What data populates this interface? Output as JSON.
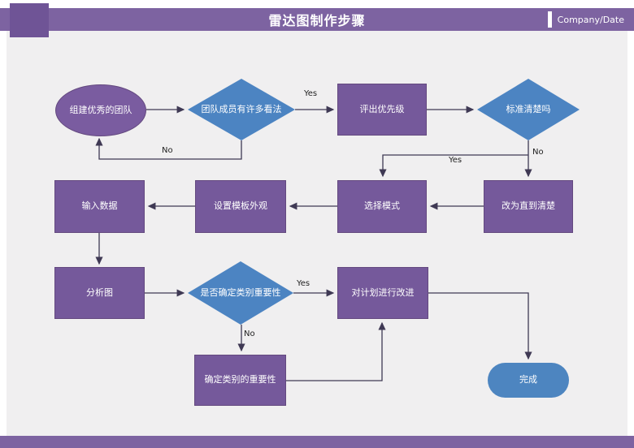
{
  "header": {
    "title": "雷达图制作步骤",
    "company_date": "Company/Date"
  },
  "nodes": {
    "build_team": "组建优秀的团队",
    "many_opinions": "团队成员有许多看法",
    "prioritize": "评出优先级",
    "standard_clear": "标准清楚吗",
    "input_data": "输入数据",
    "set_template": "设置模板外观",
    "select_mode": "选择模式",
    "change_until_clear": "改为直到清楚",
    "analyze_chart": "分析图",
    "category_importance_q": "是否确定类别重要性",
    "improve_plan": "对计划进行改进",
    "determine_importance": "确定类别的重要性",
    "done": "完成"
  },
  "edge_labels": {
    "opinions_yes": "Yes",
    "opinions_no": "No",
    "standard_yes": "Yes",
    "standard_no": "No",
    "importance_yes": "Yes",
    "importance_no": "No"
  },
  "colors": {
    "header_purple": "#7d63a1",
    "corner_purple": "#6f5496",
    "node_purple": "#75599b",
    "node_blue": "#4c84c2",
    "pill_blue": "#4d85c0",
    "connector": "#3f3954",
    "canvas_bg": "#f0eff0"
  }
}
